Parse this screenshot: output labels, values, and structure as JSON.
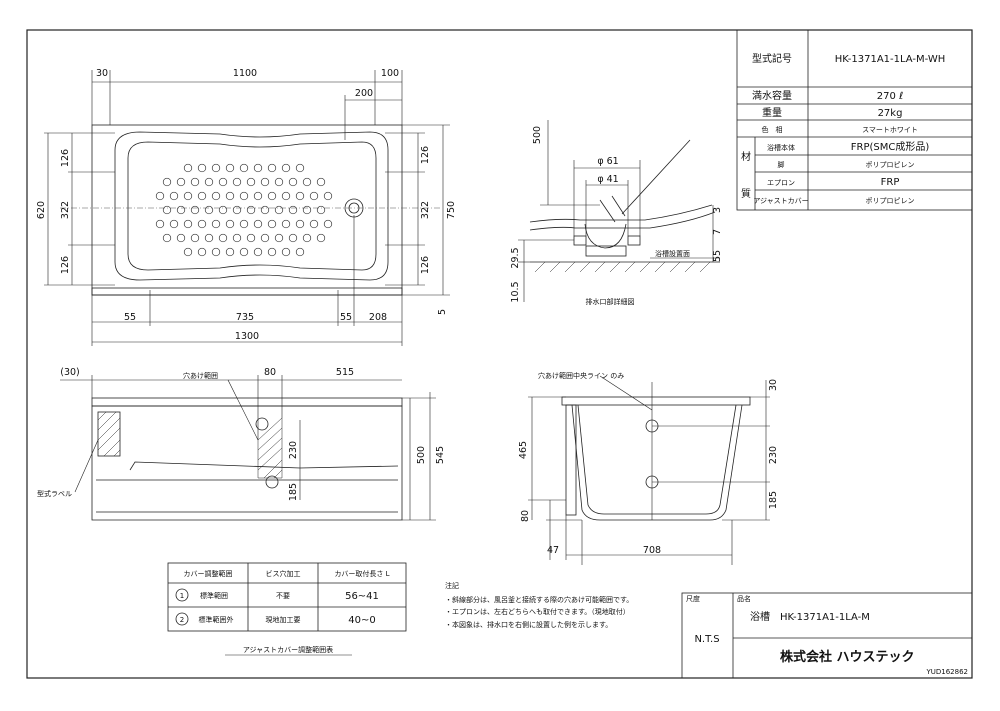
{
  "spec_table": {
    "model_label": "型式記号",
    "model_value": "HK-1371A1-1LA-M-WH",
    "rows": [
      {
        "label": "満水容量",
        "value": "270 ℓ"
      },
      {
        "label": "重量",
        "value": "27kg"
      },
      {
        "label": "色　相",
        "value": "スマートホワイト"
      },
      {
        "label": "浴槽本体",
        "value": "FRP(SMC成形品)"
      },
      {
        "label": "脚",
        "value": "ポリプロピレン"
      },
      {
        "label": "エプロン",
        "value": "FRP"
      },
      {
        "label": "アジャストカバー",
        "value": "ポリプロピレン"
      }
    ],
    "material_group_label": [
      "材",
      "質"
    ]
  },
  "plan_view": {
    "top_dims": [
      "30",
      "1100",
      "100",
      "200"
    ],
    "left_dims": [
      "126",
      "322",
      "126",
      "620"
    ],
    "right_dims": [
      "126",
      "322",
      "126",
      "750"
    ],
    "bottom_dims": [
      "55",
      "735",
      "55",
      "208",
      "1300"
    ],
    "right_small": "5"
  },
  "drain_detail": {
    "dim_500": "500",
    "dia_61": "φ 61",
    "dia_41": "φ 41",
    "dim_3": "3",
    "dim_7": "7",
    "dim_29_5": "29.5",
    "dim_55": "55",
    "dim_10_5": "10.5",
    "floor_label": "浴槽設置面",
    "caption": "排水口部詳細図"
  },
  "front_view": {
    "dims": [
      "(30)",
      "80",
      "515",
      "230",
      "185",
      "500",
      "545"
    ],
    "hole_range_label": "穴あけ範囲",
    "model_label_tag": "型式ラベル"
  },
  "side_view": {
    "center_line_label": "穴あけ範囲中央ライン のみ",
    "dims": [
      "30",
      "465",
      "230",
      "185",
      "80",
      "47",
      "708"
    ]
  },
  "adjust_table": {
    "headers": [
      "カバー調整範囲",
      "ビス穴加工",
      "カバー取付長さ L"
    ],
    "rows": [
      {
        "num": "1",
        "range": "標準範囲",
        "screw": "不要",
        "length": "56~41"
      },
      {
        "num": "2",
        "range": "標準範囲外",
        "screw": "現地加工要",
        "length": "40~0"
      }
    ],
    "caption": "アジャストカバー調整範囲表"
  },
  "notes": {
    "title": "注記",
    "lines": [
      "・斜線部分は、風呂釜と接続する際の穴あけ可能範囲です。",
      "・エプロンは、左右どちらへも取付できます。（現地取付）",
      "・本図象は、排水口を右側に設置した例を示します。"
    ]
  },
  "title_block": {
    "scale_label": "尺度",
    "scale_value": "N.T.S",
    "name_label": "品名",
    "name_value": "浴槽　HK-1371A1-1LA-M",
    "company": "株式会社 ハウステック",
    "drawing_no": "YUD162862"
  }
}
